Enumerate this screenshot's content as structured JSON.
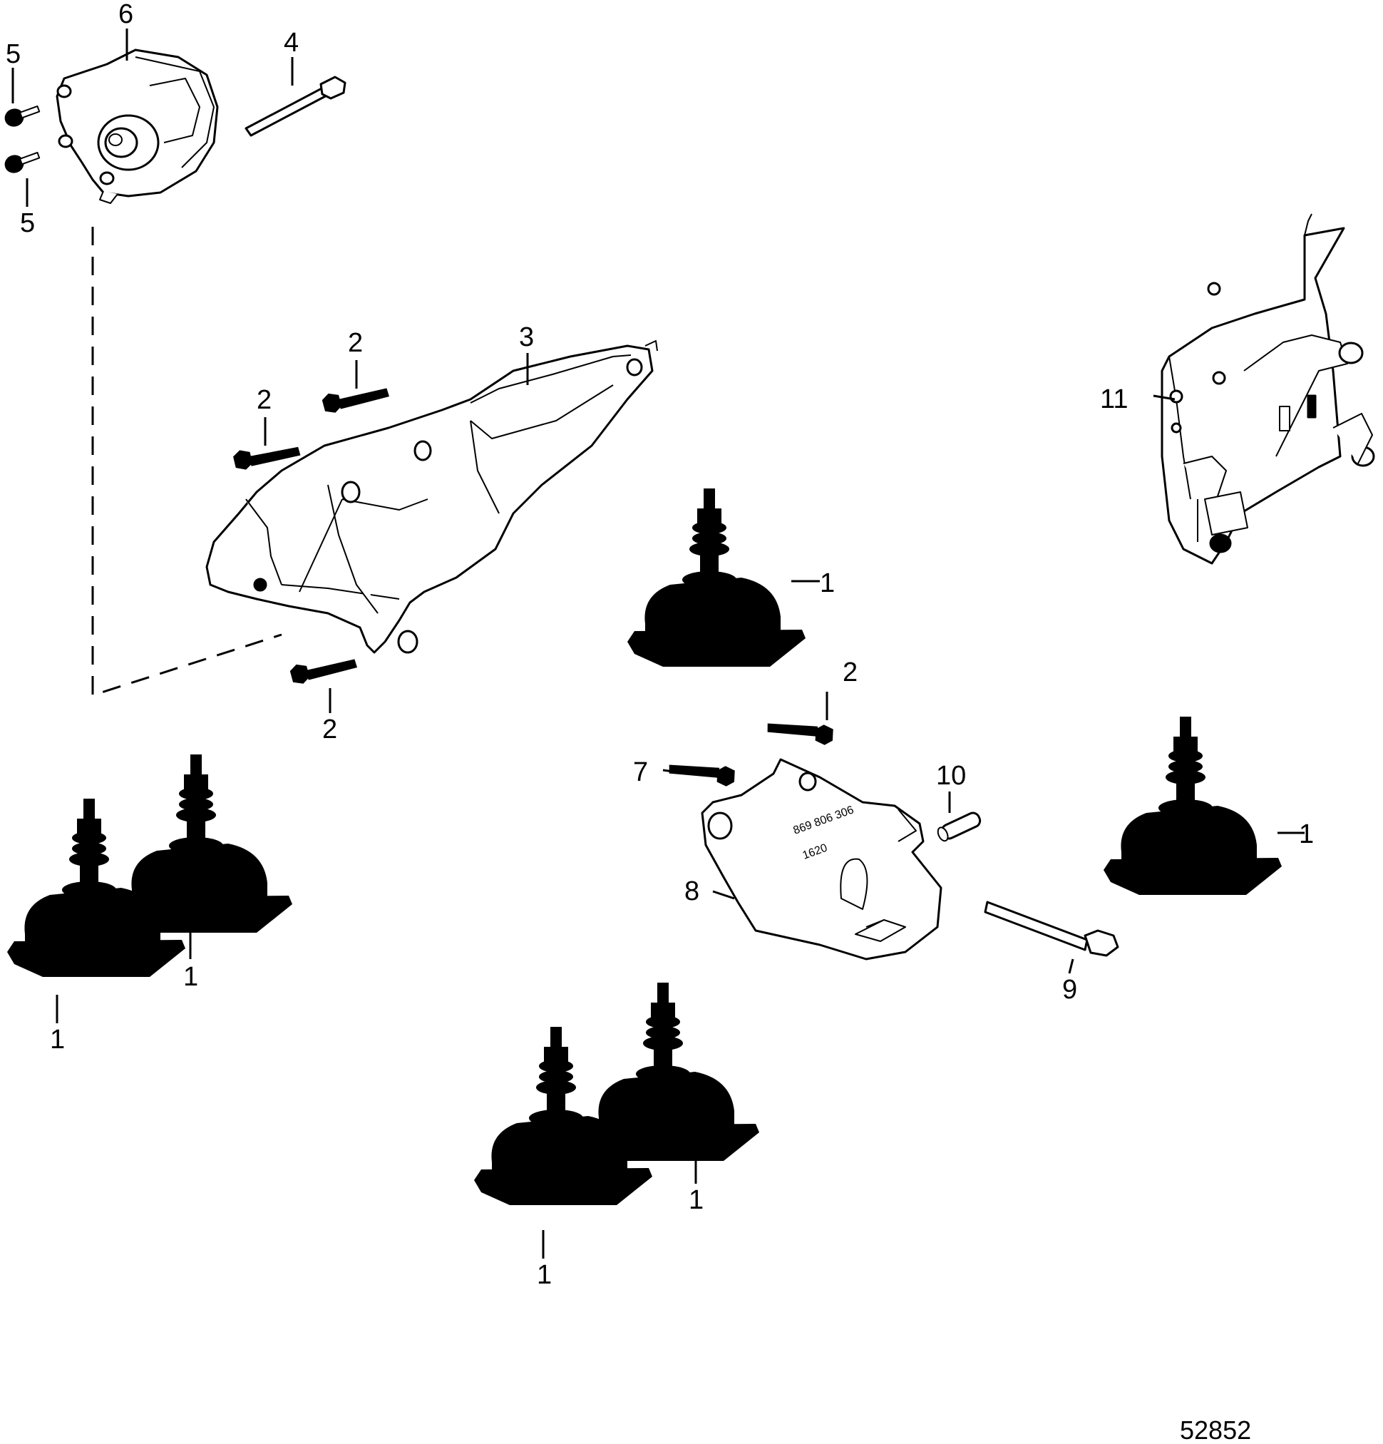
{
  "figure_number": "52852",
  "callouts": {
    "c1a": "1",
    "c1b": "1",
    "c1c": "1",
    "c1d": "1",
    "c1e": "1",
    "c1f": "1",
    "c2a": "2",
    "c2b": "2",
    "c2c": "2",
    "c2d": "2",
    "c3": "3",
    "c4": "4",
    "c5a": "5",
    "c5b": "5",
    "c6": "6",
    "c7": "7",
    "c8": "8",
    "c9": "9",
    "c10": "10",
    "c11": "11"
  },
  "parts": [
    {
      "ref": "1",
      "icon": "engine-mount-icon"
    },
    {
      "ref": "2",
      "icon": "bolt-icon"
    },
    {
      "ref": "3",
      "icon": "bracket-icon"
    },
    {
      "ref": "4",
      "icon": "long-bolt-icon"
    },
    {
      "ref": "5",
      "icon": "screw-icon"
    },
    {
      "ref": "6",
      "icon": "pump-icon"
    },
    {
      "ref": "7",
      "icon": "bolt-icon"
    },
    {
      "ref": "8",
      "icon": "mount-bracket-icon"
    },
    {
      "ref": "9",
      "icon": "long-bolt-icon"
    },
    {
      "ref": "10",
      "icon": "pin-icon"
    },
    {
      "ref": "11",
      "icon": "shift-plate-icon"
    }
  ]
}
